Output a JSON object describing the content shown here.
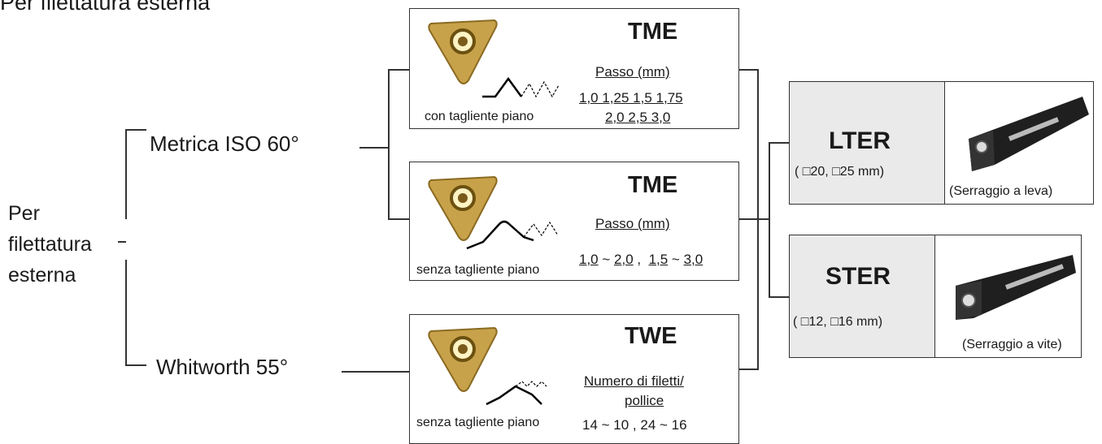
{
  "heading": "Per filettatura esterna",
  "root": {
    "line1": "Per",
    "line2": "filettatura",
    "line3": "esterna"
  },
  "branches": {
    "metric": "Metrica ISO 60°",
    "whitworth": "Whitworth 55°"
  },
  "inserts": [
    {
      "code": "TME",
      "caption": "con tagliente piano",
      "spec_label": "Passo  (mm)",
      "row1": "1,0   1,25   1,5   1,75",
      "row2": "2,0   2,5   3,0"
    },
    {
      "code": "TME",
      "caption": "senza tagliente piano",
      "spec_label": "Passo (mm)",
      "r_a": "1,0",
      "r_sep1": " ~ ",
      "r_b": "2,0",
      "r_comma": " ,  ",
      "r_c": "1,5",
      "r_sep2": " ~ ",
      "r_d": "3,0"
    },
    {
      "code": "TWE",
      "caption": "senza tagliente piano",
      "spec_line1": "Numero di filetti/",
      "spec_line2": "pollice",
      "range": "14 ~ 10 , 24 ~ 16"
    }
  ],
  "holders": [
    {
      "code": "LTER",
      "sizes": "( □20,  □25 mm)",
      "caption": "(Serraggio a leva)"
    },
    {
      "code": "STER",
      "sizes": "( □12,  □16 mm)",
      "caption": "(Serraggio a vite)"
    }
  ],
  "colors": {
    "insert_gold": "#c8a24a",
    "holder_panel": "#eaeaea",
    "line": "#333333"
  }
}
